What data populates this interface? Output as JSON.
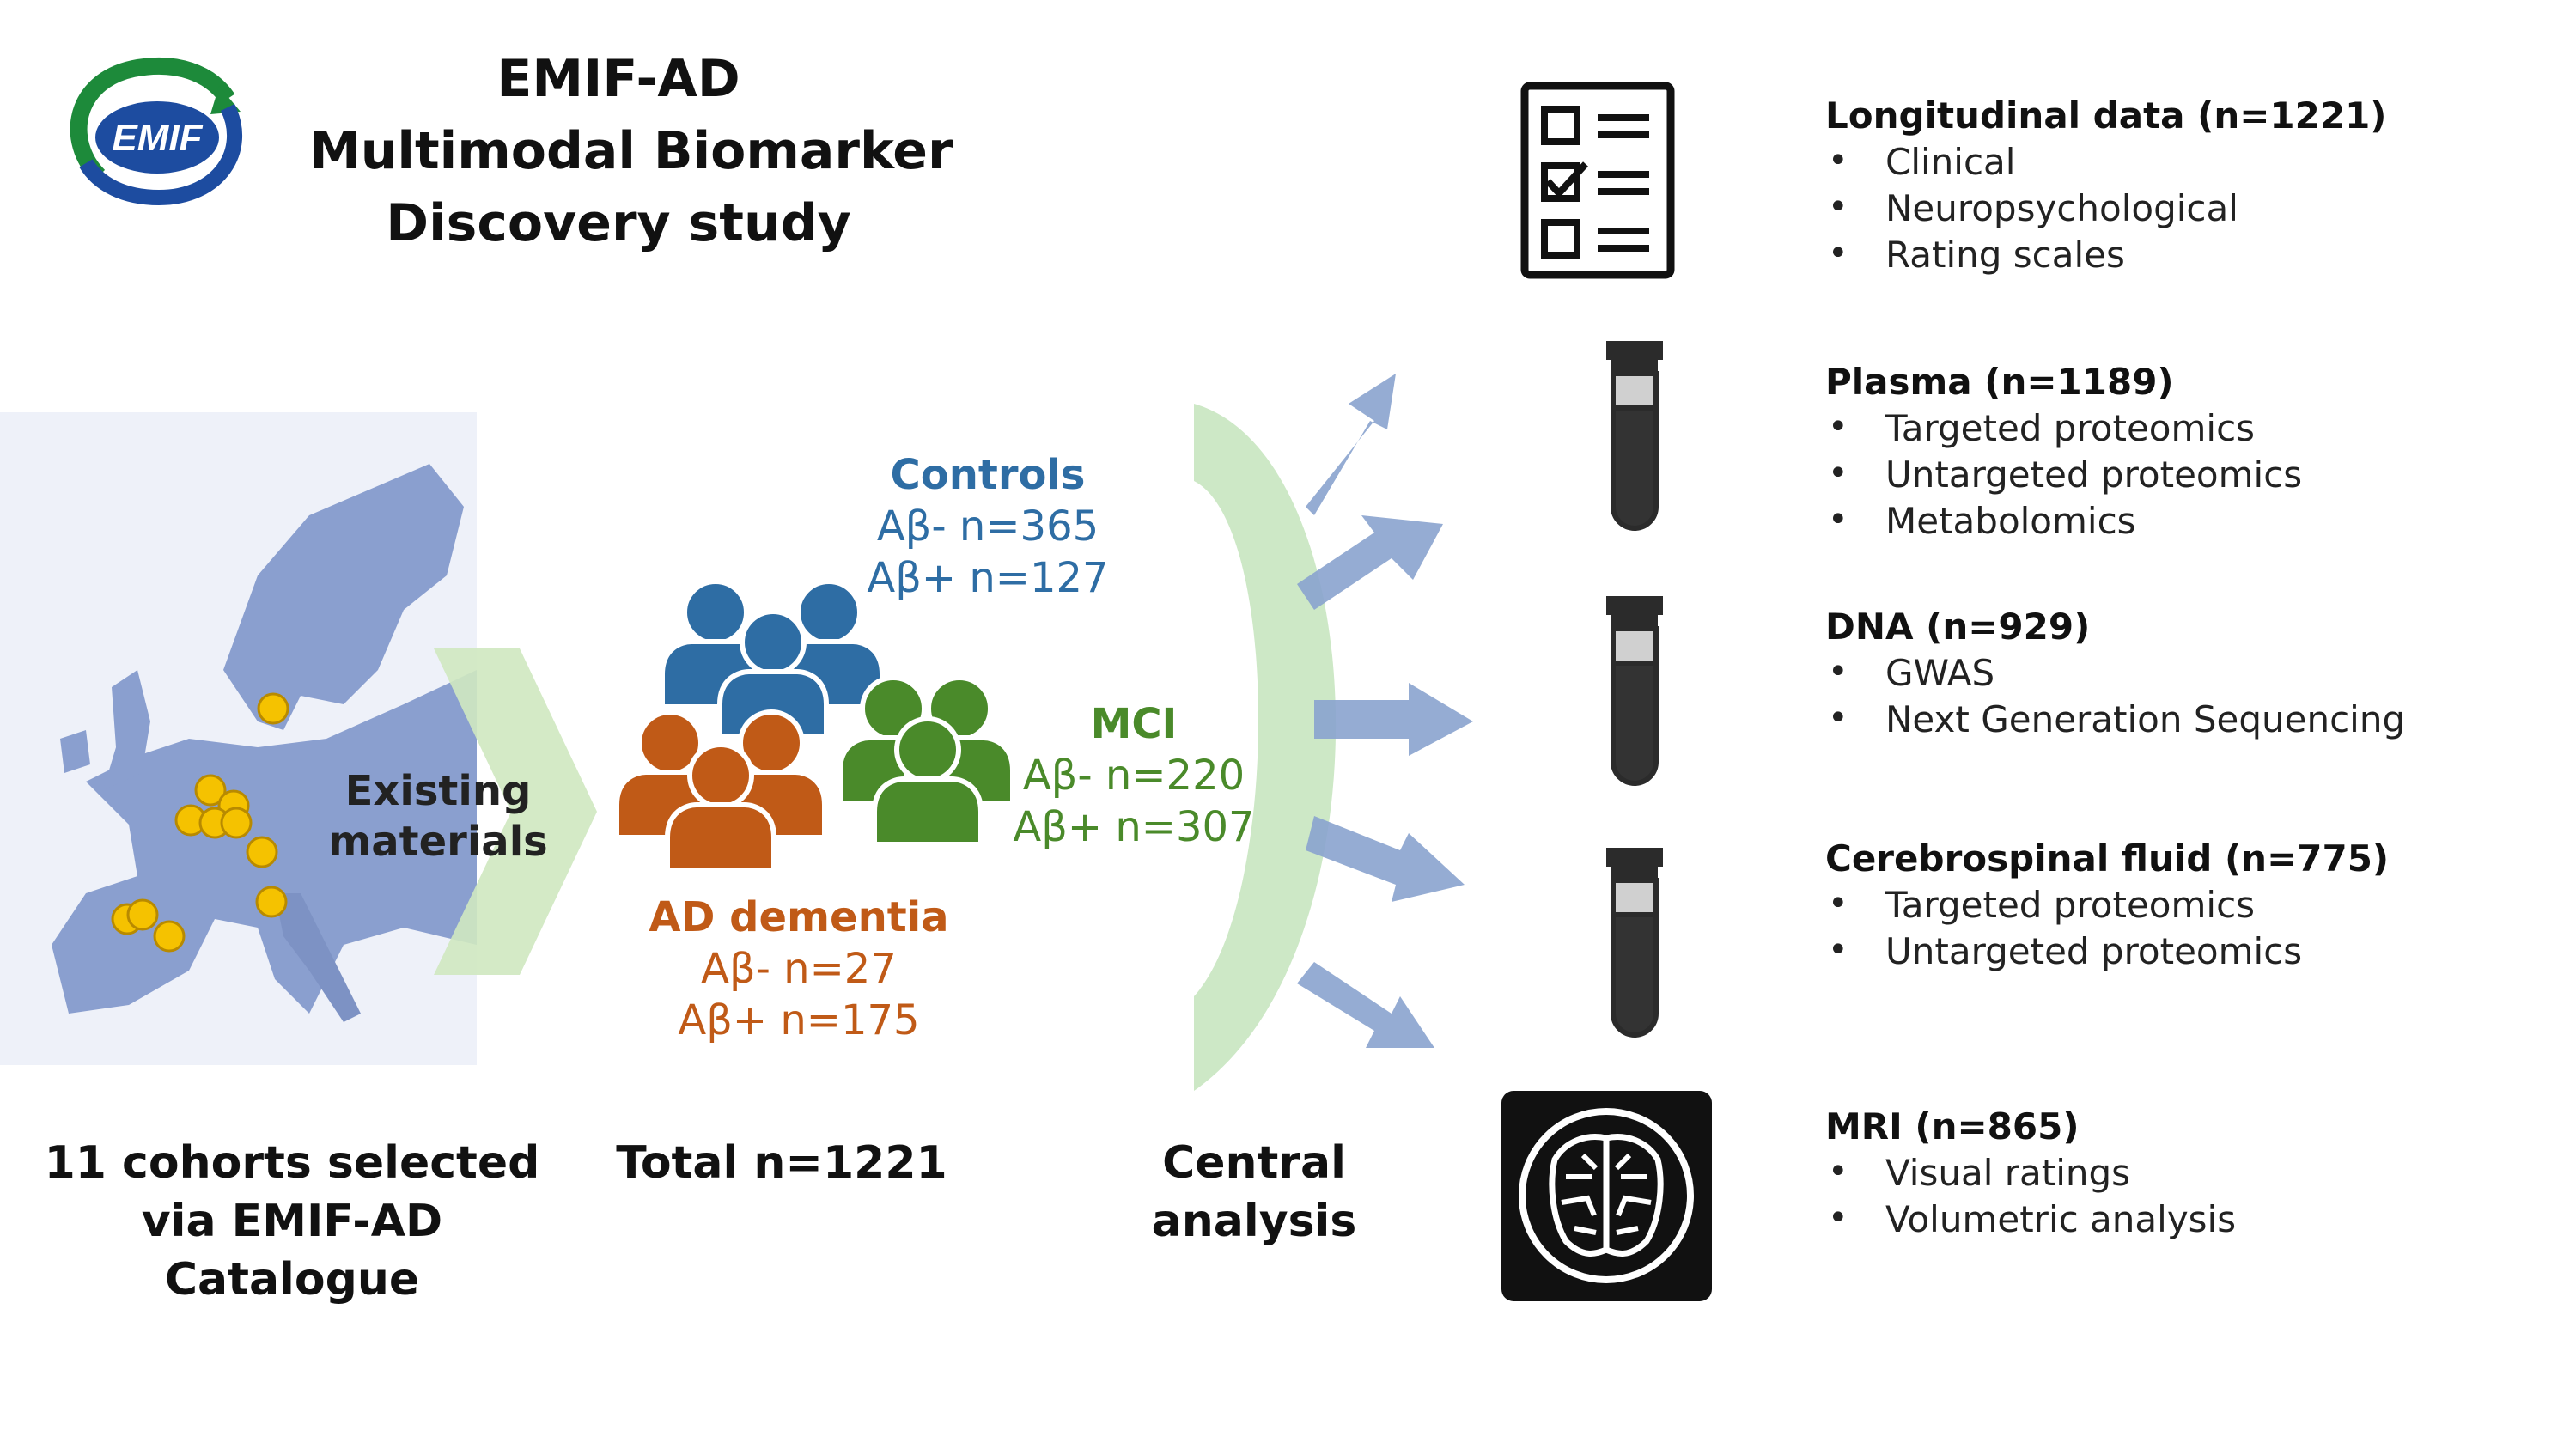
{
  "logo": {
    "text": "EMIF"
  },
  "title": {
    "lines": [
      "EMIF-AD",
      "Multimodal Biomarker",
      "Discovery study"
    ]
  },
  "map": {
    "label_lines": [
      "Existing",
      "materials"
    ]
  },
  "groups": {
    "controls": {
      "title": "Controls",
      "neg": "Aβ- n=365",
      "pos": "Aβ+ n=127",
      "color": "#2e6da4"
    },
    "mci": {
      "title": "MCI",
      "neg": "Aβ- n=220",
      "pos": "Aβ+ n=307",
      "color": "#4a8a2a"
    },
    "ad": {
      "title": "AD dementia",
      "neg": "Aβ- n=27",
      "pos": "Aβ+ n=175",
      "color": "#c05a17"
    }
  },
  "captions": {
    "cohorts": [
      "11 cohorts selected",
      "via EMIF-AD",
      "Catalogue"
    ],
    "total": [
      "Total n=1221"
    ],
    "central": [
      "Central",
      "analysis"
    ]
  },
  "modalities": [
    {
      "header": "Longitudinal data (n=1221)",
      "items": [
        "Clinical",
        "Neuropsychological",
        "Rating scales"
      ],
      "icon": "checklist-icon"
    },
    {
      "header": "Plasma (n=1189)",
      "items": [
        "Targeted proteomics",
        "Untargeted proteomics",
        "Metabolomics"
      ],
      "icon": "test-tube-icon"
    },
    {
      "header": "DNA (n=929)",
      "items": [
        "GWAS",
        "Next Generation Sequencing"
      ],
      "icon": "test-tube-icon"
    },
    {
      "header": "Cerebrospinal fluid (n=775)",
      "items": [
        "Targeted proteomics",
        "Untargeted proteomics"
      ],
      "icon": "test-tube-icon"
    },
    {
      "header": "MRI (n=865)",
      "items": [
        "Visual ratings",
        "Volumetric analysis"
      ],
      "icon": "brain-icon"
    }
  ],
  "bullet_char": "•",
  "colors": {
    "map": "#8a9fcf",
    "dot": "#f5c200",
    "chevron": "#cfe8c0",
    "arc": "#c8e6c0",
    "arrow": "#8aa4cf"
  }
}
